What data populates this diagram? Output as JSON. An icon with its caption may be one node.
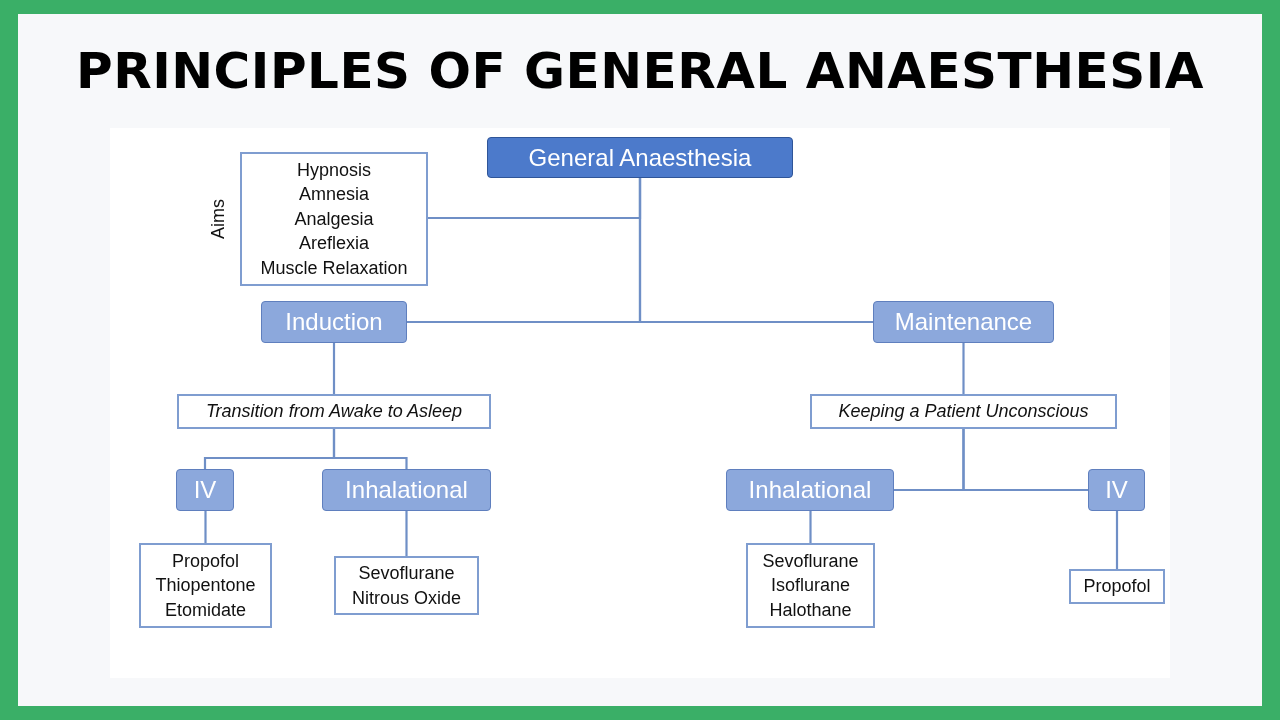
{
  "diagram": {
    "title": "PRINCIPLES OF GENERAL ANAESTHESIA",
    "nodes": [
      {
        "text": [
          "General Anaesthesia"
        ]
      },
      {
        "text": [
          "Aims",
          "Hypnosis",
          "Amnesia",
          "Analgesia",
          "Areflexia",
          "Muscle Relaxation"
        ]
      },
      {
        "text": [
          "Induction"
        ]
      },
      {
        "text": [
          "Maintenance"
        ]
      },
      {
        "text": [
          "Transition from Awake to Asleep"
        ]
      },
      {
        "text": [
          "Keeping a Patient Unconscious"
        ]
      },
      {
        "text": [
          "IV"
        ]
      },
      {
        "text": [
          "Inhalational"
        ]
      },
      {
        "text": [
          "Propofol",
          "Thiopentone",
          "Etomidate"
        ]
      },
      {
        "text": [
          "Sevoflurane",
          "Nitrous Oxide"
        ]
      },
      {
        "text": [
          "Inhalational"
        ]
      },
      {
        "text": [
          "IV"
        ]
      },
      {
        "text": [
          "Sevoflurane",
          "Isoflurane",
          "Halothane"
        ]
      },
      {
        "text": [
          "Propofol"
        ]
      }
    ],
    "edges": [
      {
        "from": 0,
        "to": 1,
        "arrow": "none"
      },
      {
        "from": 0,
        "to": 2,
        "arrow": "none"
      },
      {
        "from": 0,
        "to": 3,
        "arrow": "none"
      },
      {
        "from": 2,
        "to": 4,
        "arrow": "none"
      },
      {
        "from": 4,
        "to": 6,
        "arrow": "none"
      },
      {
        "from": 4,
        "to": 7,
        "arrow": "none"
      },
      {
        "from": 6,
        "to": 8,
        "arrow": "none"
      },
      {
        "from": 7,
        "to": 9,
        "arrow": "none"
      },
      {
        "from": 3,
        "to": 5,
        "arrow": "none"
      },
      {
        "from": 5,
        "to": 10,
        "arrow": "none"
      },
      {
        "from": 5,
        "to": 11,
        "arrow": "none"
      },
      {
        "from": 10,
        "to": 12,
        "arrow": "none"
      },
      {
        "from": 11,
        "to": 13,
        "arrow": "none"
      }
    ]
  }
}
